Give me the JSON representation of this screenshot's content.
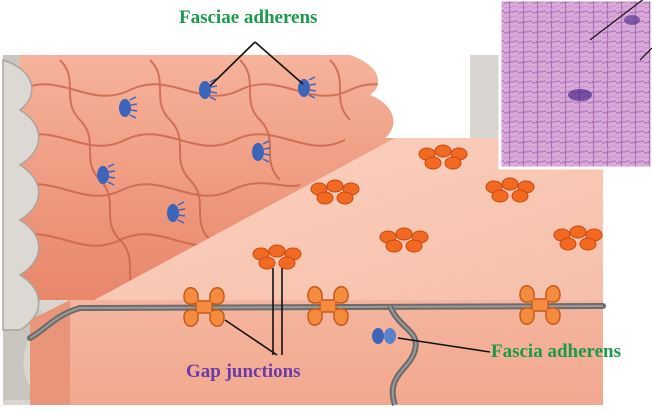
{
  "labels": {
    "top": "Fasciae adherens",
    "bottom_left": "Gap junctions",
    "bottom_right": "Fascia adherens"
  },
  "colors": {
    "label_green": "#1a9a4a",
    "label_purple": "#6a3aa8",
    "cell_surface": "#f7b9a3",
    "cell_shadow": "#e98f74",
    "gap_junction": "#f26a22",
    "desmosome": "#3c64b8"
  }
}
